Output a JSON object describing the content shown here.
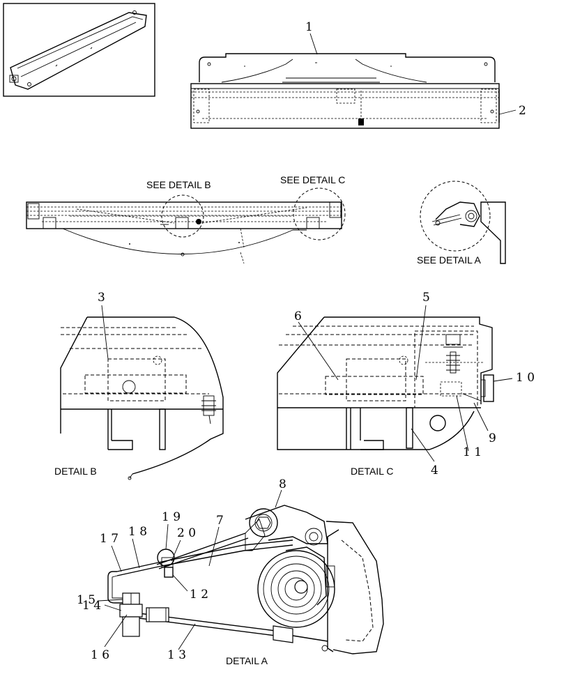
{
  "views": {
    "see_detail_b": "SEE DETAIL B",
    "see_detail_c": "SEE DETAIL C",
    "see_detail_a": "SEE DETAIL A",
    "detail_b": "DETAIL B",
    "detail_c": "DETAIL C",
    "detail_a": "DETAIL A"
  },
  "callouts": {
    "n1": "1",
    "n2": "2",
    "n3": "3",
    "n4": "4",
    "n5": "5",
    "n6": "6",
    "n7": "7",
    "n8": "8",
    "n9": "9",
    "n10": "1 0",
    "n11": "1 1",
    "n12": "1 2",
    "n13": "1 3",
    "n14": "1 4",
    "n15": "1 5",
    "n16": "1 6",
    "n17": "1 7",
    "n18": "1 8",
    "n19": "1 9",
    "n20": "2 0"
  }
}
